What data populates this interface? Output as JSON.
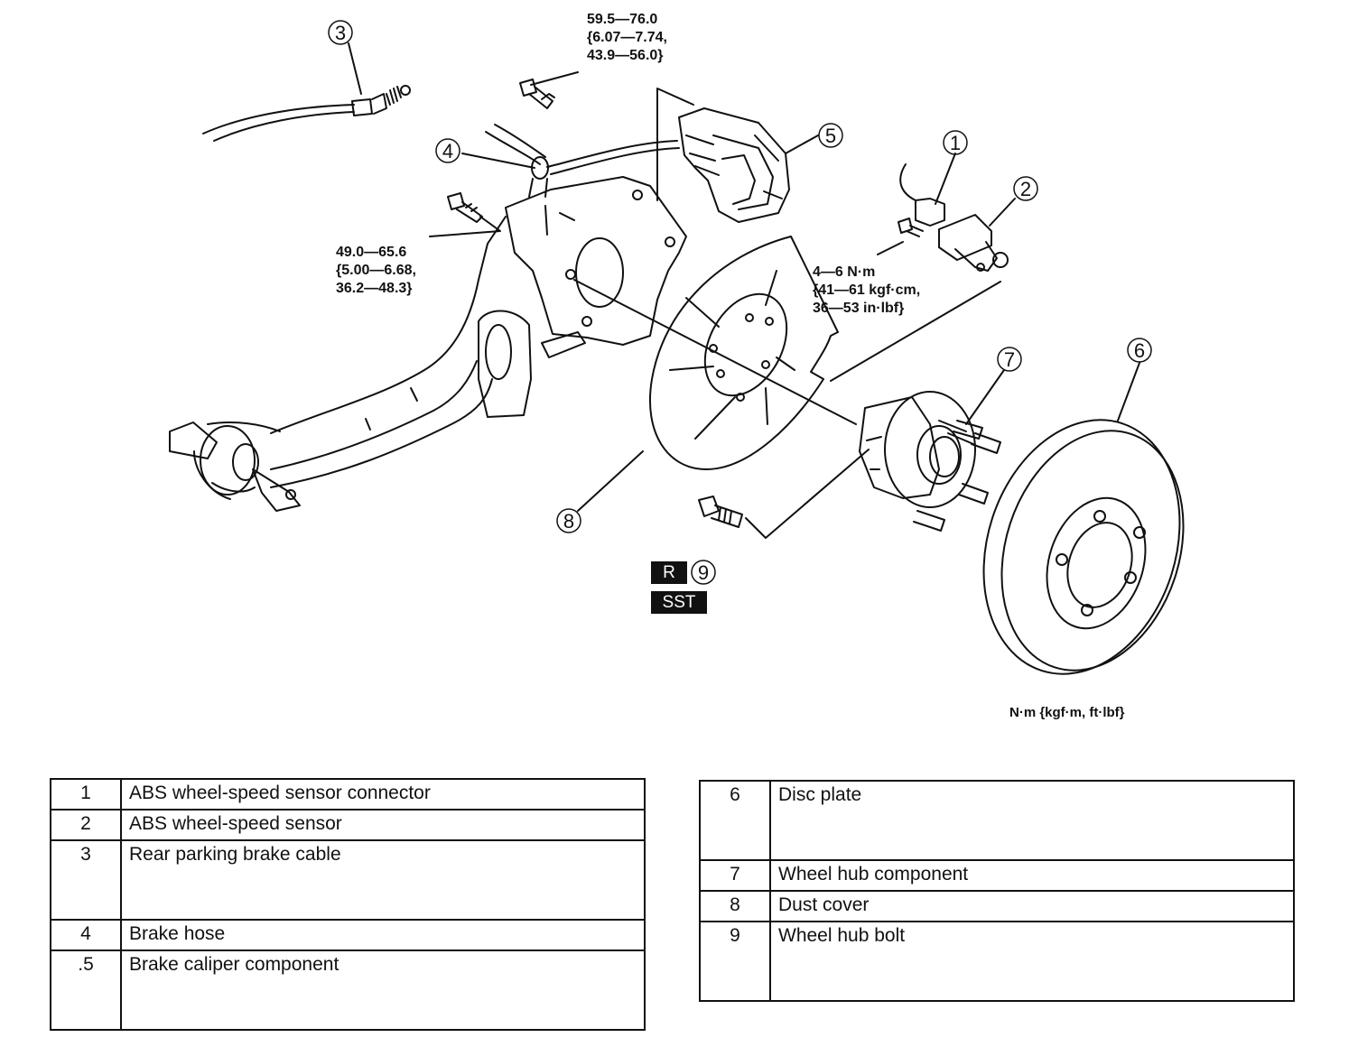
{
  "callouts": [
    "1",
    "2",
    "3",
    "4",
    "5",
    "6",
    "7",
    "8",
    "9"
  ],
  "torque_specs": {
    "caliper_bolt": "59.5—76.0\n{6.07—7.74,\n43.9—56.0}",
    "knuckle_bolt": "49.0—65.6\n{5.00—6.68,\n36.2—48.3}",
    "sensor_bolt": "4—6 N·m\n{41—61 kgf·cm,\n36—53 in·lbf}"
  },
  "units_note": "N·m {kgf·m, ft·lbf}",
  "tags": {
    "replace": "R",
    "special_tool": "SST"
  },
  "parts_table_left": [
    {
      "num": "1",
      "name": "ABS wheel-speed sensor connector"
    },
    {
      "num": "2",
      "name": "ABS wheel-speed sensor"
    },
    {
      "num": "3",
      "name": "Rear parking brake cable"
    },
    {
      "num": "4",
      "name": "Brake hose"
    },
    {
      "num": ".5",
      "name": "Brake caliper component"
    }
  ],
  "parts_table_right": [
    {
      "num": "6",
      "name": "Disc plate"
    },
    {
      "num": "7",
      "name": "Wheel hub component"
    },
    {
      "num": "8",
      "name": "Dust cover"
    },
    {
      "num": "9",
      "name": "Wheel hub bolt"
    }
  ]
}
